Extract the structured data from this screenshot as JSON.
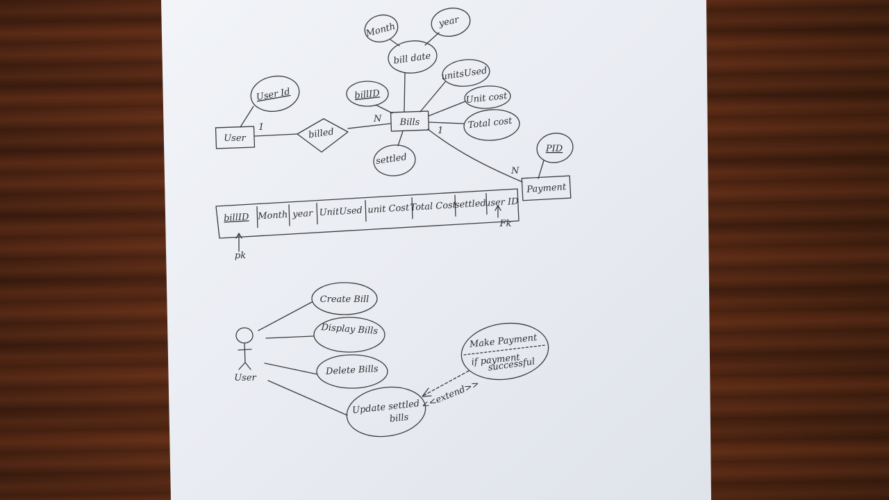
{
  "diagram": {
    "er": {
      "user_entity": "User",
      "user_attr": "User Id",
      "relationship": "billed",
      "card_user": "1",
      "card_bills": "N",
      "bills_entity": "Bills",
      "bill_id": "billID",
      "bill_date": "bill date",
      "month": "Month",
      "year": "year",
      "units_used": "unitsUsed",
      "unit_cost": "Unit cost",
      "total_cost": "Total cost",
      "settled": "settled",
      "card_bills_pay": "1",
      "card_payment": "N",
      "payment_entity": "Payment",
      "pid": "PID"
    },
    "table": {
      "columns": [
        "billID",
        "Month",
        "year",
        "UnitUsed",
        "unit Cost",
        "Total Cost",
        "settled",
        "user ID"
      ],
      "pk_label": "pk",
      "fk_label": "Fk"
    },
    "usecase": {
      "actor": "User",
      "cases": [
        "Create Bill",
        "Display Bills",
        "Delete Bills",
        "Update settled",
        "bills"
      ],
      "extension_title": "Make Payment",
      "extension_condition_1": "if payment",
      "extension_condition_2": "successful",
      "extend_label": "<<extend>>"
    }
  }
}
